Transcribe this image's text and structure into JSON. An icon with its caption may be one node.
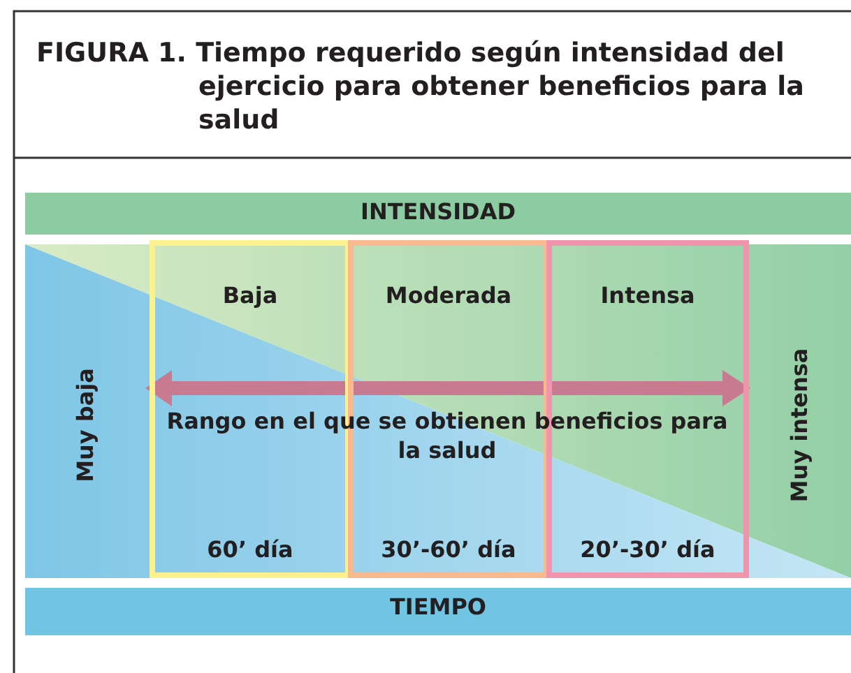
{
  "diagram": {
    "title": "FIGURA 1. Tiempo requerido según intensidad del ejercicio para obtener beneficios para la salud",
    "nodes": [
      {
        "text": [
          "INTENSIDAD"
        ]
      },
      {
        "text": [
          "Baja",
          "60’ día"
        ]
      },
      {
        "text": [
          "Moderada",
          "30’-60’ día"
        ]
      },
      {
        "text": [
          "Intensa",
          "20’-30’ día"
        ]
      },
      {
        "text": [
          "TIEMPO"
        ]
      }
    ],
    "labels": [
      "Muy baja",
      "Rango en el que se obtienen beneficios para la salud",
      "Muy intensa"
    ]
  }
}
